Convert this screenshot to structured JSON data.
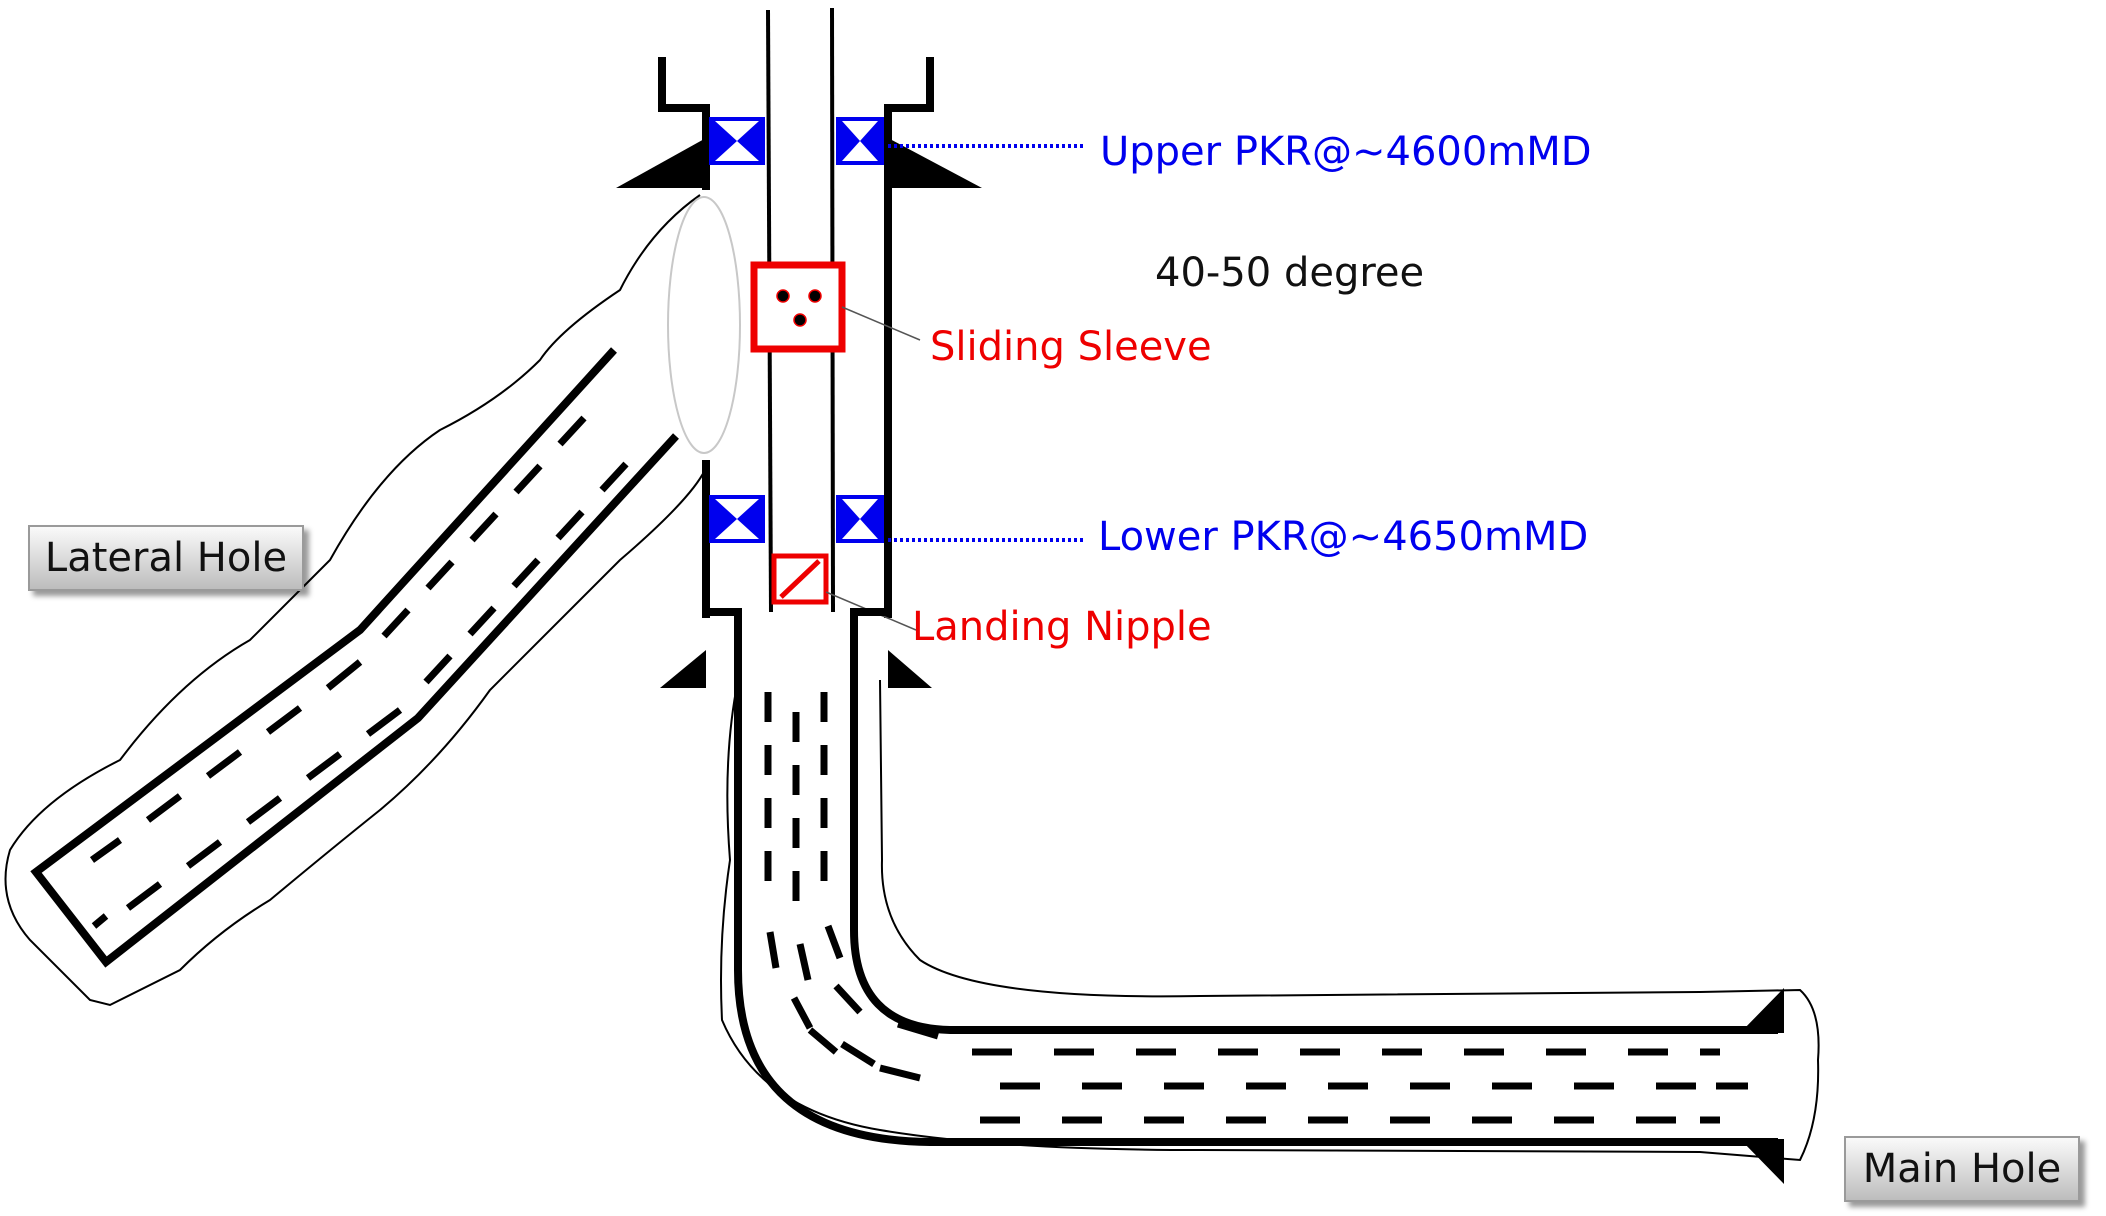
{
  "labels": {
    "upper_pkr": "Upper PKR@~4600mMD",
    "angle": "40-50 degree",
    "sliding_sleeve": "Sliding Sleeve",
    "lower_pkr": "Lower PKR@~4650mMD",
    "landing_nipple": "Landing Nipple",
    "lateral_hole": "Lateral Hole",
    "main_hole": "Main Hole"
  },
  "colors": {
    "packer": "#0000ee",
    "component": "#ee0000",
    "structure": "#000000",
    "text": "#111111"
  }
}
